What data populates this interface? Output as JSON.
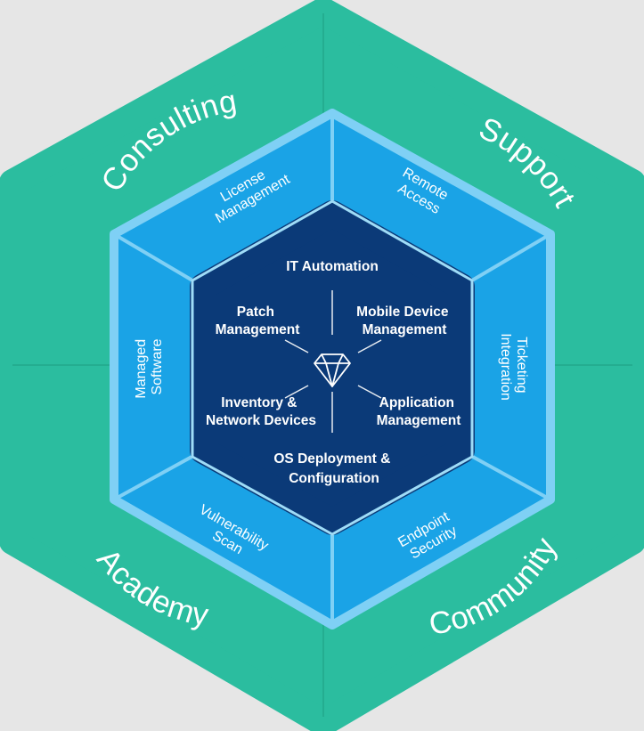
{
  "outer_ring": {
    "top_left": "Consulting",
    "top_right": "Support",
    "bottom_left": "Academy",
    "bottom_right": "Community"
  },
  "middle_ring": {
    "top_left": [
      "License",
      "Management"
    ],
    "top_right": [
      "Remote",
      "Access"
    ],
    "right": [
      "Ticketing",
      "Integration"
    ],
    "bottom_right": [
      "Endpoint",
      "Security"
    ],
    "bottom_left": [
      "Vulnerability",
      "Scan"
    ],
    "left": [
      "Managed",
      "Software"
    ]
  },
  "core": {
    "it_automation": "IT Automation",
    "patch_management": [
      "Patch",
      "Management"
    ],
    "mobile_device_management": [
      "Mobile Device",
      "Management"
    ],
    "inventory_network": [
      "Inventory &",
      "Network Devices"
    ],
    "application_management": [
      "Application",
      "Management"
    ],
    "os_deployment": [
      "OS Deployment &",
      "Configuration"
    ],
    "center_icon": "diamond-icon"
  },
  "colors": {
    "background": "#e6e6e6",
    "outer_green": "#2bbd9f",
    "middle_blue": "#1aa3e6",
    "middle_border": "#7fd0f5",
    "core_navy": "#0b3a78",
    "text": "#ffffff"
  }
}
